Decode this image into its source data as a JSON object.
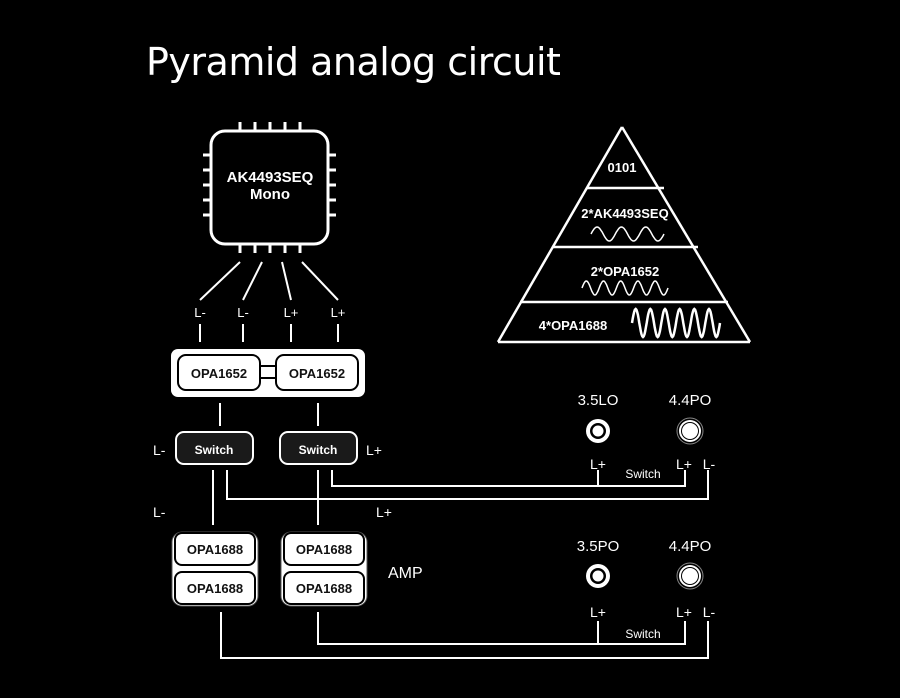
{
  "title": "Pyramid analog circuit",
  "chip": {
    "line1": "AK4493SEQ",
    "line2": "Mono"
  },
  "chip_outputs": [
    "L-",
    "L-",
    "L+",
    "L+"
  ],
  "stage1": {
    "left": "OPA1652",
    "right": "OPA1652"
  },
  "switches": {
    "left": {
      "label": "Switch",
      "side": "L-"
    },
    "right": {
      "label": "Switch",
      "side": "L+"
    }
  },
  "mid_labels": {
    "left": "L-",
    "right": "L+"
  },
  "amp": {
    "label": "AMP",
    "left": [
      "OPA1688",
      "OPA1688"
    ],
    "right": [
      "OPA1688",
      "OPA1688"
    ]
  },
  "pyramid": {
    "levels": [
      {
        "label": "0101",
        "wave": "none"
      },
      {
        "label": "2*AK4493SEQ",
        "wave": "small"
      },
      {
        "label": "2*OPA1652",
        "wave": "medium"
      },
      {
        "label": "4*OPA1688",
        "wave": "large"
      }
    ]
  },
  "outputs_top": {
    "jacks": [
      {
        "label": "3.5LO"
      },
      {
        "label": "4.4PO"
      }
    ],
    "pins": [
      "L+",
      "L+",
      "L-"
    ],
    "switch_label": "Switch"
  },
  "outputs_bottom": {
    "jacks": [
      {
        "label": "3.5PO"
      },
      {
        "label": "4.4PO"
      }
    ],
    "pins": [
      "L+",
      "L+",
      "L-"
    ],
    "switch_label": "Switch"
  },
  "colors": {
    "background": "#000000",
    "foreground": "#ffffff",
    "switch_fill": "#1a1a1a"
  }
}
